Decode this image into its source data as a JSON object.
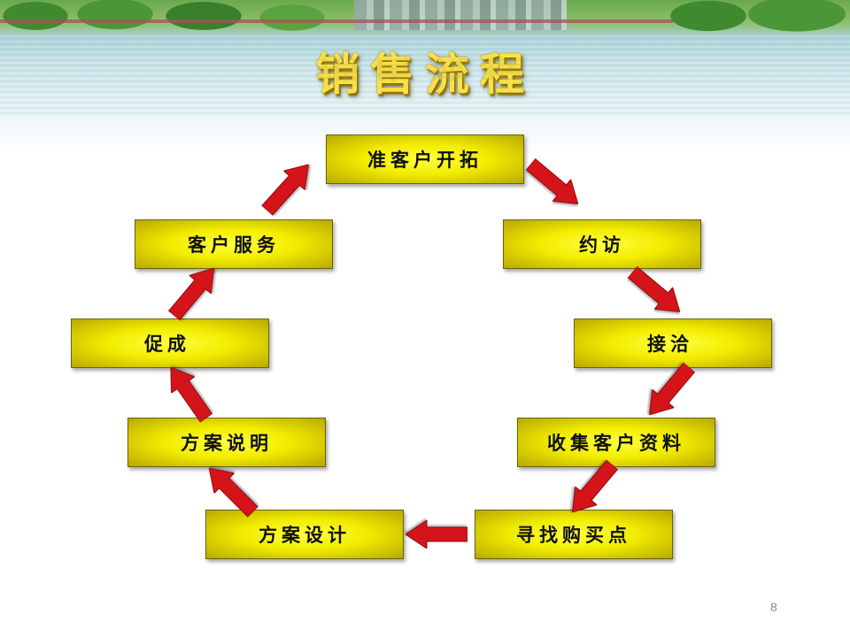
{
  "slide": {
    "title": "销售流程",
    "page_number": "8"
  },
  "diagram": {
    "steps": [
      "准客户开拓",
      "约访",
      "接洽",
      "收集客户资料",
      "寻找购买点",
      "方案设计",
      "方案说明",
      "促成",
      "客户服务"
    ]
  },
  "colors": {
    "box_fill": "#f2ec00",
    "box_border": "#6b6400",
    "arrow_fill": "#d4141a",
    "title": "#f7e04a"
  }
}
